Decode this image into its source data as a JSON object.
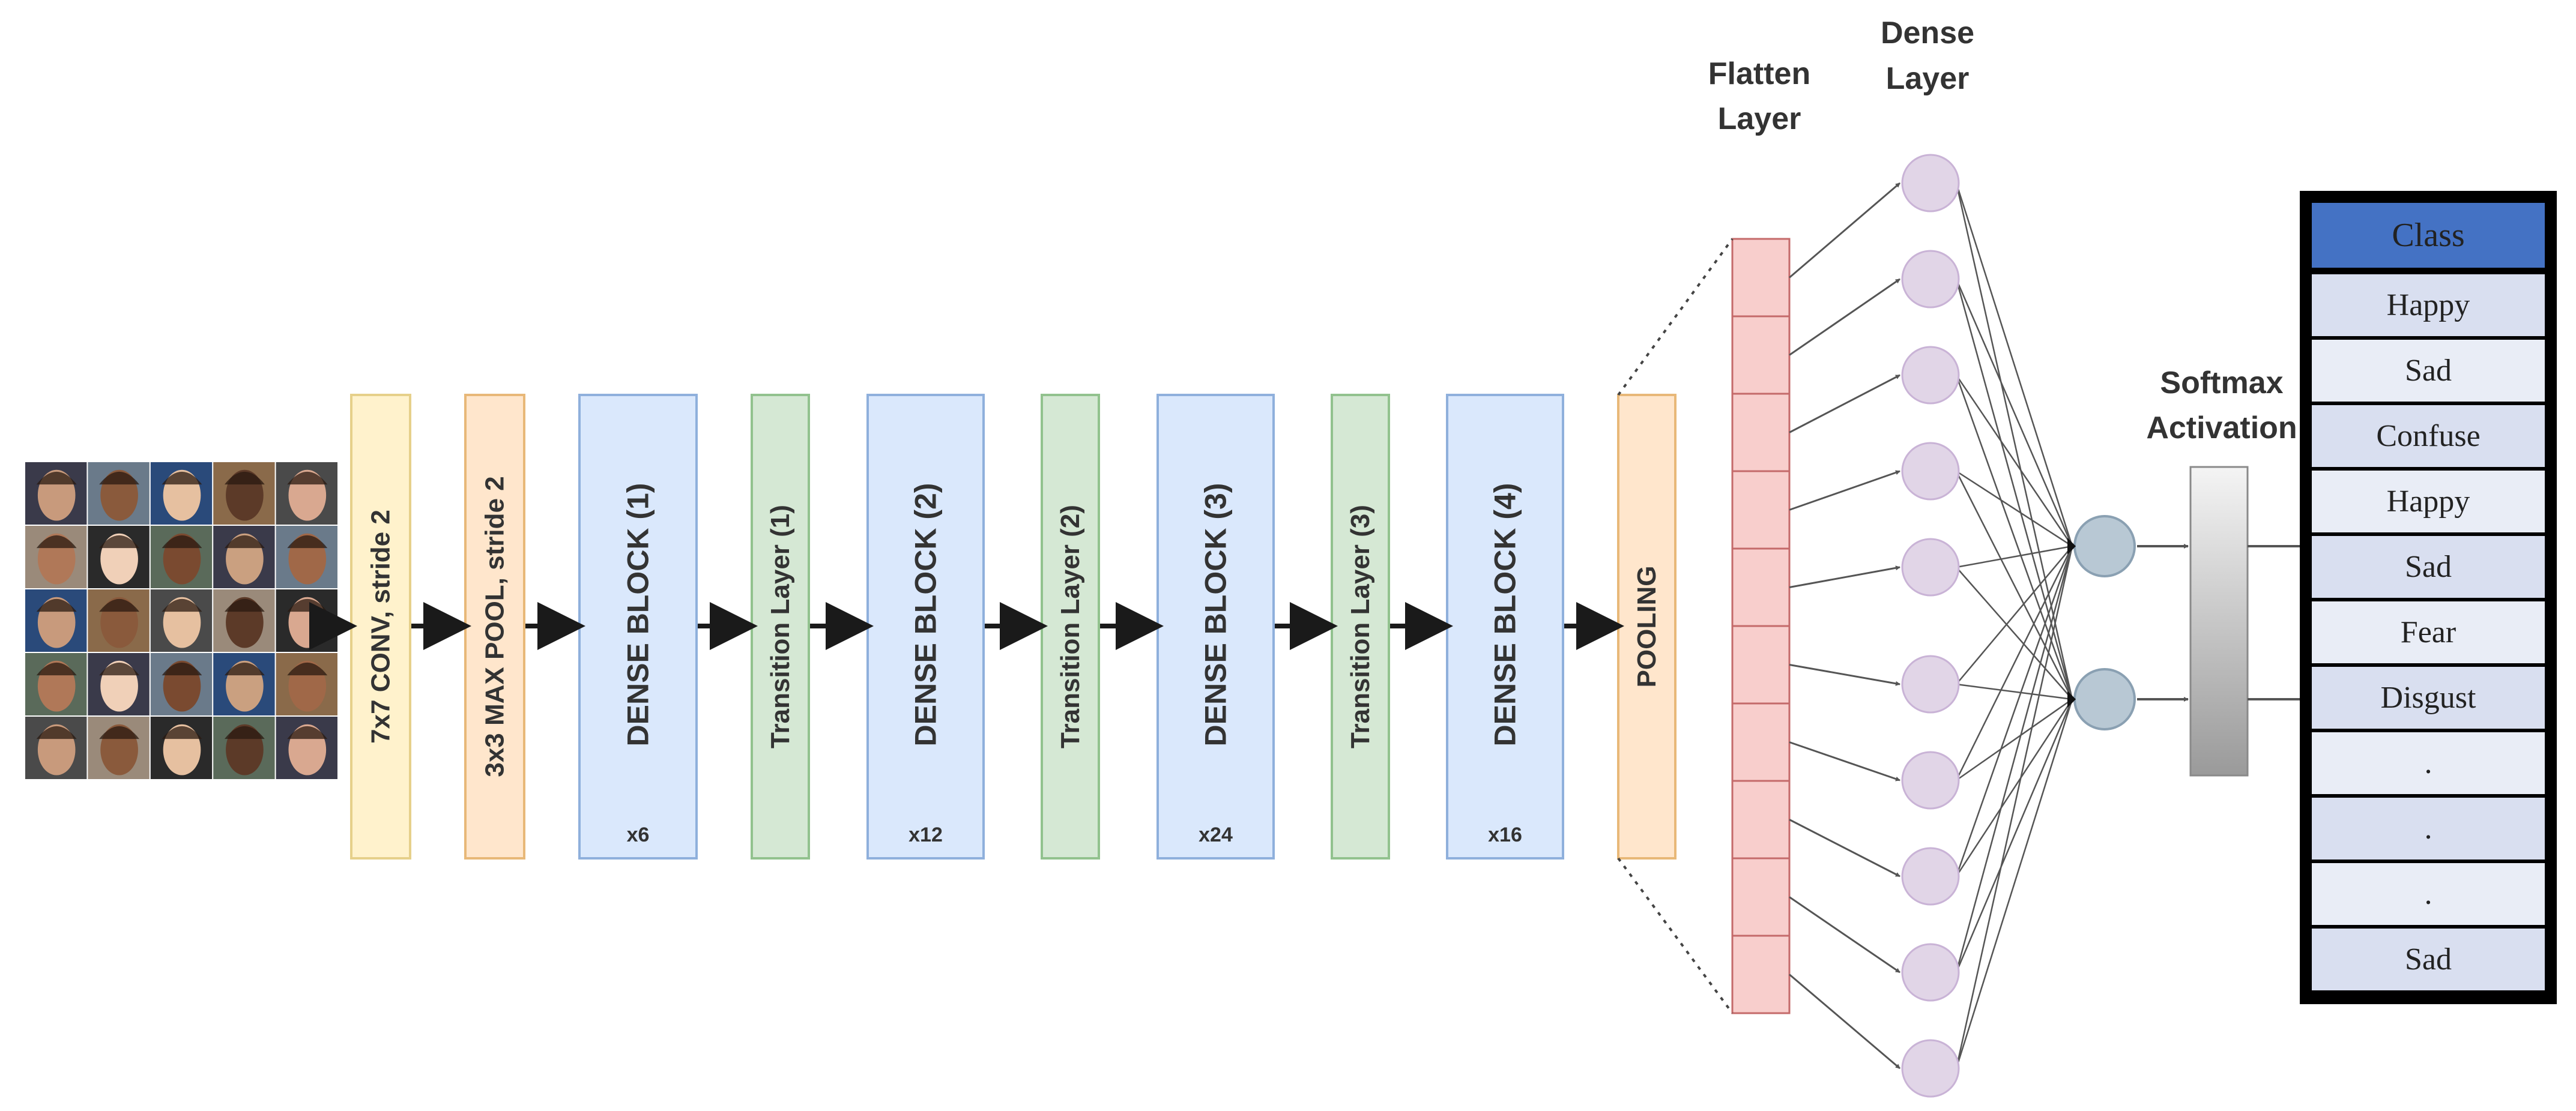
{
  "input": {
    "icon": "face-photo-grid",
    "rows": 5,
    "cols": 5
  },
  "layers": [
    {
      "id": "conv",
      "label": "7x7 CONV, stride 2",
      "kind": "conv",
      "repeat": ""
    },
    {
      "id": "maxpool",
      "label": "3x3 MAX POOL, stride 2",
      "kind": "pool",
      "repeat": ""
    },
    {
      "id": "dense1",
      "label": "DENSE BLOCK (1)",
      "kind": "dense",
      "repeat": "x6"
    },
    {
      "id": "trans1",
      "label": "Transition Layer (1)",
      "kind": "transition",
      "repeat": ""
    },
    {
      "id": "dense2",
      "label": "DENSE BLOCK (2)",
      "kind": "dense",
      "repeat": "x12"
    },
    {
      "id": "trans2",
      "label": "Transition Layer (2)",
      "kind": "transition",
      "repeat": ""
    },
    {
      "id": "dense3",
      "label": "DENSE BLOCK (3)",
      "kind": "dense",
      "repeat": "x24"
    },
    {
      "id": "trans3",
      "label": "Transition Layer (3)",
      "kind": "transition",
      "repeat": ""
    },
    {
      "id": "dense4",
      "label": "DENSE BLOCK (4)",
      "kind": "dense",
      "repeat": "x16"
    },
    {
      "id": "pooling",
      "label": "POOLING",
      "kind": "pool",
      "repeat": ""
    }
  ],
  "flatten": {
    "title_line1": "Flatten",
    "title_line2": "Layer",
    "cells": 10
  },
  "dense": {
    "title_line1": "Dense",
    "title_line2": "Layer",
    "nodes": 10
  },
  "output_nodes": 2,
  "softmax": {
    "title_line1": "Softmax",
    "title_line2": "Activation"
  },
  "classes": {
    "header": "Class",
    "items": [
      "Happy",
      "Sad",
      "Confuse",
      "Happy",
      "Sad",
      "Fear",
      "Disgust",
      ".",
      ".",
      ".",
      "Sad"
    ]
  },
  "colors": {
    "conv_fill": "#fff2cc",
    "conv_stroke": "#e6d08a",
    "pool_fill": "#ffe6cc",
    "pool_stroke": "#e8b878",
    "dense_fill": "#dae8fc",
    "dense_stroke": "#8fb0dc",
    "transition_fill": "#d5e8d4",
    "transition_stroke": "#92c28e",
    "flatten_fill": "#f8cecc",
    "flatten_stroke": "#c46a6a",
    "dense_node_fill": "#e1d5e7",
    "dense_node_stroke": "#c9b3d6",
    "output_node_fill": "#b8c8d4",
    "output_node_stroke": "#8aa0b2",
    "class_header": "#4472c4",
    "class_row_a": "#d9dff0",
    "class_row_b": "#e9edf6",
    "frame": "#000000",
    "arrow": "#1a1a1a"
  }
}
